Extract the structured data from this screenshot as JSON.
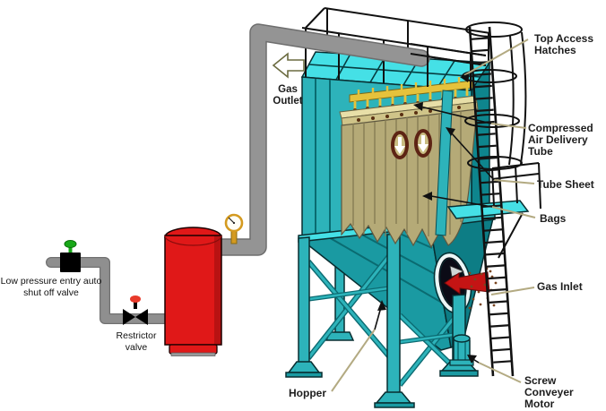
{
  "diagram": {
    "labels": {
      "gas_outlet": {
        "lines": [
          "Gas",
          "Outlet"
        ]
      },
      "top_access_hatches": {
        "lines": [
          "Top Access",
          "Hatches"
        ]
      },
      "compressed_air_delivery_tube": {
        "lines": [
          "Compressed",
          "Air Delivery",
          "Tube"
        ]
      },
      "tube_sheet": {
        "lines": [
          "Tube Sheet"
        ]
      },
      "bags": {
        "lines": [
          "Bags"
        ]
      },
      "gas_inlet": {
        "lines": [
          "Gas Inlet"
        ]
      },
      "screw_conveyer_motor": {
        "lines": [
          "Screw",
          "Conveyer",
          "Motor"
        ]
      },
      "hopper": {
        "lines": [
          "Hopper"
        ]
      },
      "low_pressure_valve": {
        "lines": [
          "Low pressure entry auto",
          "shut off valve"
        ]
      },
      "restrictor_valve": {
        "lines": [
          "Restrictor",
          "valve"
        ]
      }
    },
    "icons": {
      "gas_outlet_arrow": "hollow-left-arrow",
      "gas_inlet_arrow": "solid-red-left-arrow",
      "bag_flow_arrows": "white-down-arrow",
      "callout_arrowheads": "black-triangle"
    },
    "colors": {
      "body_teal": "#2db3ba",
      "body_teal_dark": "#0e858d",
      "roof_cyan": "#45e0e6",
      "hopper_teal": "#1a9aa2",
      "hopper_teal_dark": "#0d7d85",
      "tank_red": "#e01818",
      "pipe_gray": "#949494",
      "bag_tan": "#b5aa77",
      "tube_sheet_tan": "#ded392",
      "pulse_tube_yellow": "#e5c23c",
      "gas_arrow_red": "#c41414",
      "leader_tan": "#b3aa82",
      "valve_green": "#18a818",
      "valve_knob_red": "#e83a2a",
      "gauge_gold": "#d49a20"
    }
  }
}
